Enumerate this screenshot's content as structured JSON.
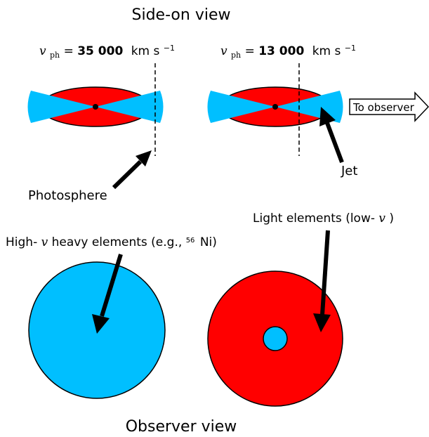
{
  "titles": {
    "top": "Side-on view",
    "bottom": "Observer view"
  },
  "panels": {
    "left": {
      "v_symbol": "v",
      "v_subscript": "ph",
      "equals": " = ",
      "velocity_value": "35 000",
      "unit_km": "km s",
      "unit_exp": "−1"
    },
    "right": {
      "v_symbol": "v",
      "v_subscript": "ph",
      "equals": " = ",
      "velocity_value": "13 000",
      "unit_km": "km s",
      "unit_exp": "−1"
    }
  },
  "labels": {
    "to_observer": "To observer",
    "jet": "Jet",
    "photosphere": "Photosphere",
    "light_elements_prefix": "Light elements (low-",
    "light_elements_v": "v",
    "light_elements_suffix": ")",
    "heavy_prefix": "High-",
    "heavy_v": "v",
    "heavy_middle": " heavy elements (e.g., ",
    "heavy_sup": "56",
    "heavy_suffix": "Ni)"
  },
  "colors": {
    "jet_blue": "#00bfff",
    "ejecta_red": "#ff0000",
    "outline": "#000000"
  }
}
